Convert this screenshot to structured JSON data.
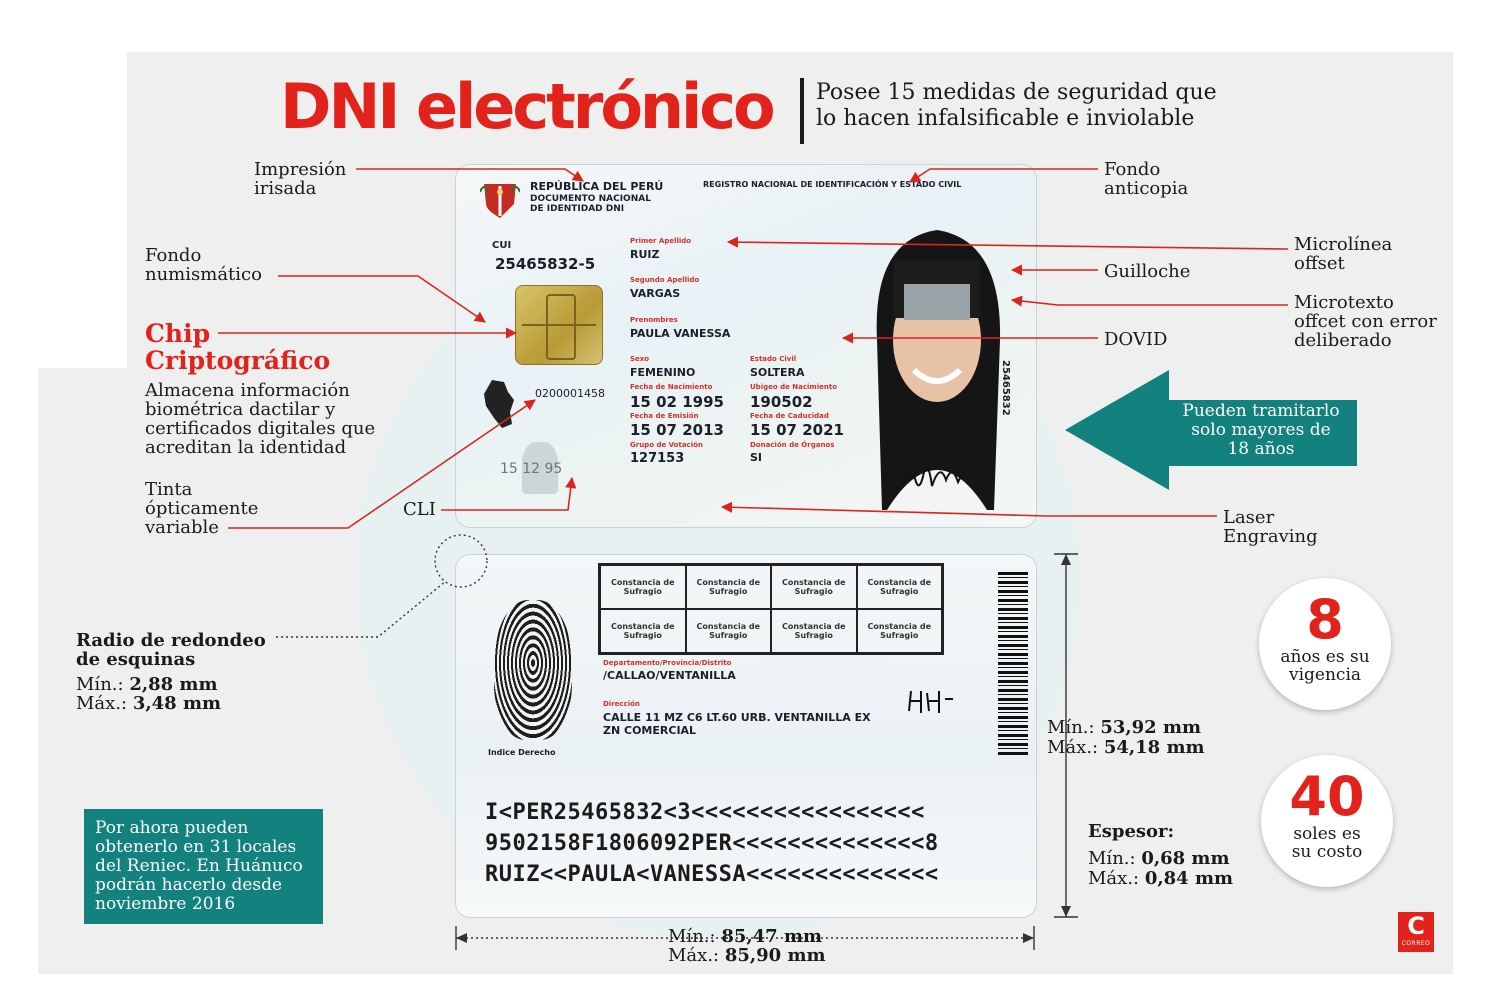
{
  "title": "DNI electrónico",
  "subtitle": [
    "Posee 15 medidas de seguridad que",
    "lo hacen infalsificable e inviolable"
  ],
  "labels": {
    "impresion": [
      "Impresión",
      "irisada"
    ],
    "fondo_anticopia": [
      "Fondo",
      "anticopia"
    ],
    "microlinea": [
      "Microlínea",
      "offset"
    ],
    "guilloche": "Guilloche",
    "microtexto": [
      "Microtexto",
      "offcet con error",
      "deliberado"
    ],
    "dovid": "DOVID",
    "fondo_numismatico": [
      "Fondo",
      "numismático"
    ],
    "chip_title": [
      "Chip",
      "Criptográfico"
    ],
    "chip_desc": [
      "Almacena información",
      "biométrica dactilar y",
      "certificados digitales que",
      "acreditan la identidad"
    ],
    "tinta": [
      "Tinta",
      "ópticamente",
      "variable"
    ],
    "cli": "CLI",
    "laser": [
      "Laser",
      "Engraving"
    ]
  },
  "radio": {
    "title": [
      "Radio de redondeo",
      "de esquinas"
    ],
    "min_label": "Mín.:",
    "min_value": "2,88 mm",
    "max_label": "Máx.:",
    "max_value": "3,48 mm"
  },
  "height_dim": {
    "min_label": "Mín.:",
    "min_value": "53,92 mm",
    "max_label": "Máx.:",
    "max_value": "54,18 mm"
  },
  "thickness": {
    "title": "Espesor:",
    "min_label": "Mín.:",
    "min_value": "0,68 mm",
    "max_label": "Máx.:",
    "max_value": "0,84 mm"
  },
  "width_dim": {
    "min_label": "Mín.:",
    "min_value": "85,47 mm",
    "max_label": "Máx.:",
    "max_value": "85,90 mm"
  },
  "age_callout": [
    "Pueden tramitarlo",
    "solo mayores de",
    "18 años"
  ],
  "validity": {
    "number": "8",
    "caption": [
      "años es su",
      "vigencia"
    ]
  },
  "cost": {
    "number": "40",
    "caption": [
      "soles es",
      "su costo"
    ]
  },
  "teal_note": [
    "Por ahora pueden",
    "obtenerlo en 31 locales",
    "del Reniec. En Huánuco",
    "podrán hacerlo desde",
    "noviembre 2016"
  ],
  "logo": {
    "letter": "C",
    "word": "CORREO"
  },
  "colors": {
    "accent": "#e2221b",
    "teal": "#13817d",
    "panel": "#efefef"
  },
  "card_front": {
    "country": "REPÚBLICA DEL PERÚ",
    "doc": [
      "DOCUMENTO NACIONAL",
      "DE IDENTIDAD DNI"
    ],
    "registry": "REGISTRO NACIONAL DE IDENTIFICACIÓN Y ESTADO CIVIL",
    "cui_label": "CUI",
    "cui_value": "25465832-5",
    "primer_apellido_label": "Primer Apellido",
    "primer_apellido": "RUIZ",
    "segundo_apellido_label": "Segundo Apellido",
    "segundo_apellido": "VARGAS",
    "prenombres_label": "Prenombres",
    "prenombres": "PAULA VANESSA",
    "sexo_label": "Sexo",
    "sexo": "FEMENINO",
    "estado_civil_label": "Estado Civil",
    "estado_civil": "SOLTERA",
    "fecha_nac_label": "Fecha de Nacimiento",
    "fecha_nac": "15 02 1995",
    "ubigeo_label": "Ubigeo de Nacimiento",
    "ubigeo": "190502",
    "fecha_emision_label": "Fecha de Emisión",
    "fecha_emision": "15 07 2013",
    "fecha_cad_label": "Fecha de Caducidad",
    "fecha_cad": "15 07 2021",
    "grupo_label": "Grupo de Votación",
    "grupo": "127153",
    "donacion_label": "Donación de Órganos",
    "donacion": "SI",
    "serial": "0200001458",
    "cli_number": "15 12 95",
    "vertical_number": "25465832"
  },
  "card_back": {
    "constancia": "Constancia de Sufragio",
    "departamento_label": "Departamento/Provincia/Distrito",
    "departamento": "/CALLAO/VENTANILLA",
    "direccion_label": "Dirección",
    "direccion": [
      "CALLE 11 MZ C6 LT.60 URB. VENTANILLA EX",
      "ZN COMERCIAL"
    ],
    "indice": "Indice Derecho",
    "mrz": [
      "I<PER25465832<3<<<<<<<<<<<<<<<<<",
      "9502158F1806092PER<<<<<<<<<<<<<<8",
      "RUIZ<<PAULA<VANESSA<<<<<<<<<<<<<<"
    ]
  }
}
